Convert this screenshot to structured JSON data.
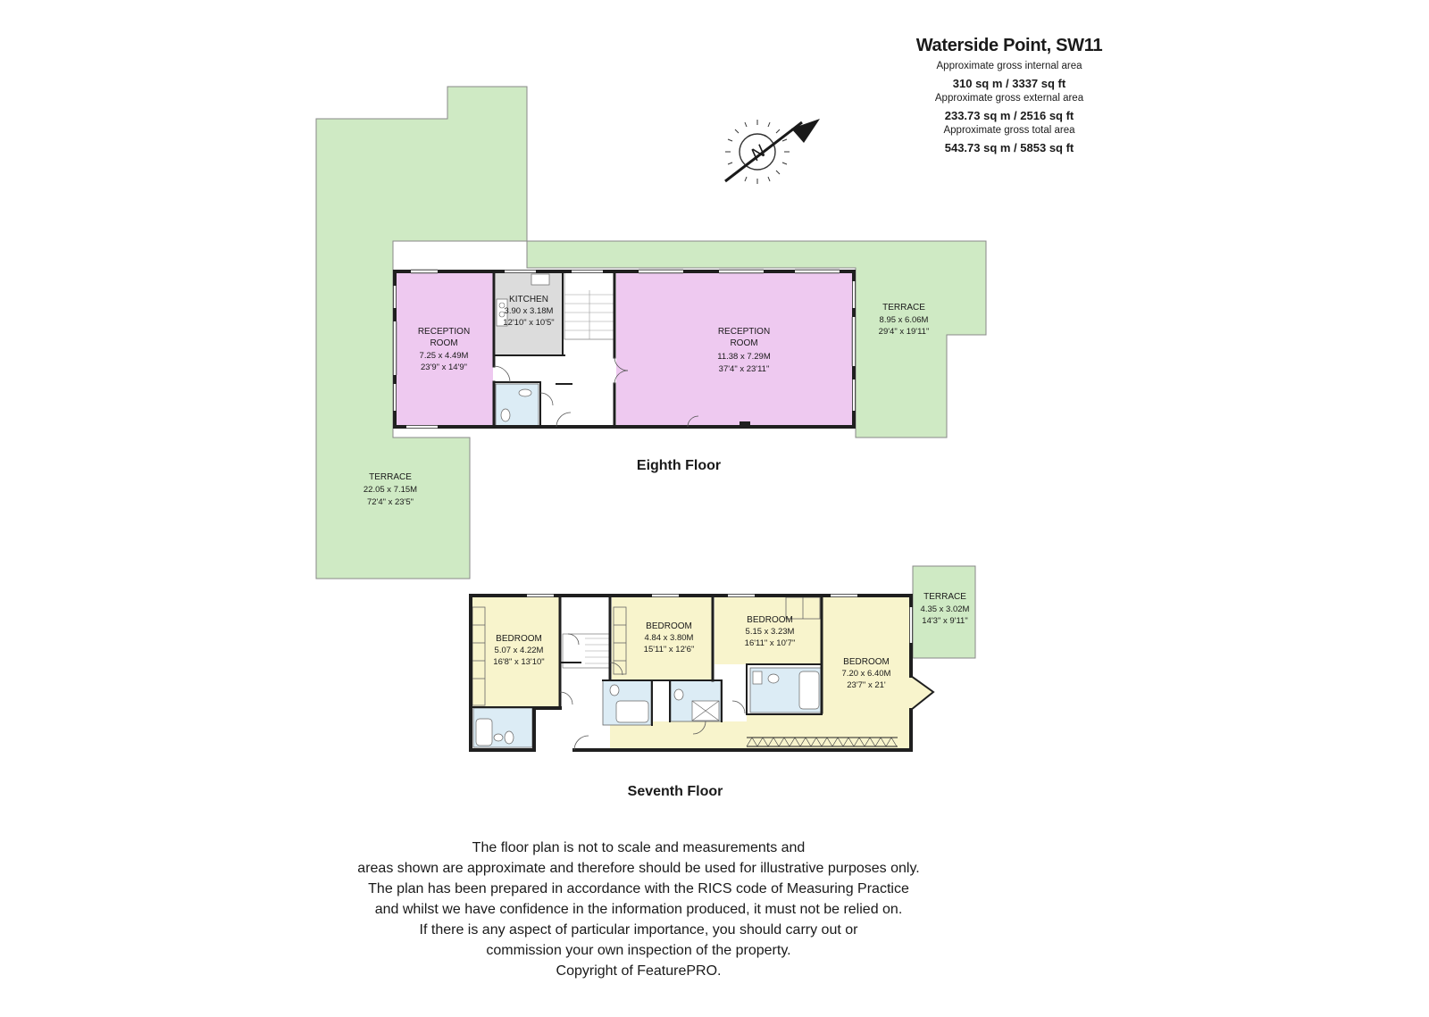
{
  "header": {
    "title": "Waterside Point, SW11",
    "internal_label": "Approximate gross internal area",
    "internal_value": "310 sq m /  3337 sq ft",
    "external_label": "Approximate gross external area",
    "external_value": "233.73 sq m /  2516 sq ft",
    "total_label": "Approximate gross total area",
    "total_value": "543.73 sq m /  5853 sq ft"
  },
  "compass": {
    "letter": "N"
  },
  "colors": {
    "terrace": "#cfeac4",
    "reception": "#eec9f0",
    "bedroom": "#f8f4cc",
    "bath": "#dcecf5",
    "kitchen": "#dcdcdc",
    "wall": "#1f1f1f"
  },
  "eighth_floor": {
    "label": "Eighth Floor",
    "rooms": {
      "reception_left": {
        "name1": "RECEPTION",
        "name2": "ROOM",
        "dim_m": "7.25 x 4.49M",
        "dim_ft": "23'9\" x 14'9\""
      },
      "kitchen": {
        "name": "KITCHEN",
        "dim_m": "3.90 x 3.18M",
        "dim_ft": "12'10\" x 10'5\""
      },
      "reception_main": {
        "name1": "RECEPTION",
        "name2": "ROOM",
        "dim_m": "11.38 x 7.29M",
        "dim_ft": "37'4\" x 23'11\""
      },
      "terrace_east": {
        "name": "TERRACE",
        "dim_m": "8.95 x 6.06M",
        "dim_ft": "29'4\" x 19'11\""
      },
      "terrace_west": {
        "name": "TERRACE",
        "dim_m": "22.05 x 7.15M",
        "dim_ft": "72'4\" x 23'5\""
      }
    }
  },
  "seventh_floor": {
    "label": "Seventh Floor",
    "rooms": {
      "bedroom1": {
        "name": "BEDROOM",
        "dim_m": "5.07 x 4.22M",
        "dim_ft": "16'8\" x 13'10\""
      },
      "bedroom2": {
        "name": "BEDROOM",
        "dim_m": "4.84 x 3.80M",
        "dim_ft": "15'11\" x 12'6\""
      },
      "bedroom3": {
        "name": "BEDROOM",
        "dim_m": "5.15 x 3.23M",
        "dim_ft": "16'11\" x 10'7\""
      },
      "bedroom4": {
        "name": "BEDROOM",
        "dim_m": "7.20 x 6.40M",
        "dim_ft": "23'7\" x 21'"
      },
      "terrace": {
        "name": "TERRACE",
        "dim_m": "4.35 x 3.02M",
        "dim_ft": "14'3\" x 9'11\""
      }
    }
  },
  "disclaimer": [
    "The floor plan is not to scale and measurements and",
    "areas shown are approximate and therefore should be used for illustrative purposes only.",
    "The plan has been prepared in accordance with the RICS code of Measuring Practice",
    "and whilst we have confidence in the information produced, it must not be relied on.",
    "If there is any aspect of particular importance, you should carry out or",
    "commission your own inspection of the property.",
    "Copyright of FeaturePRO."
  ]
}
